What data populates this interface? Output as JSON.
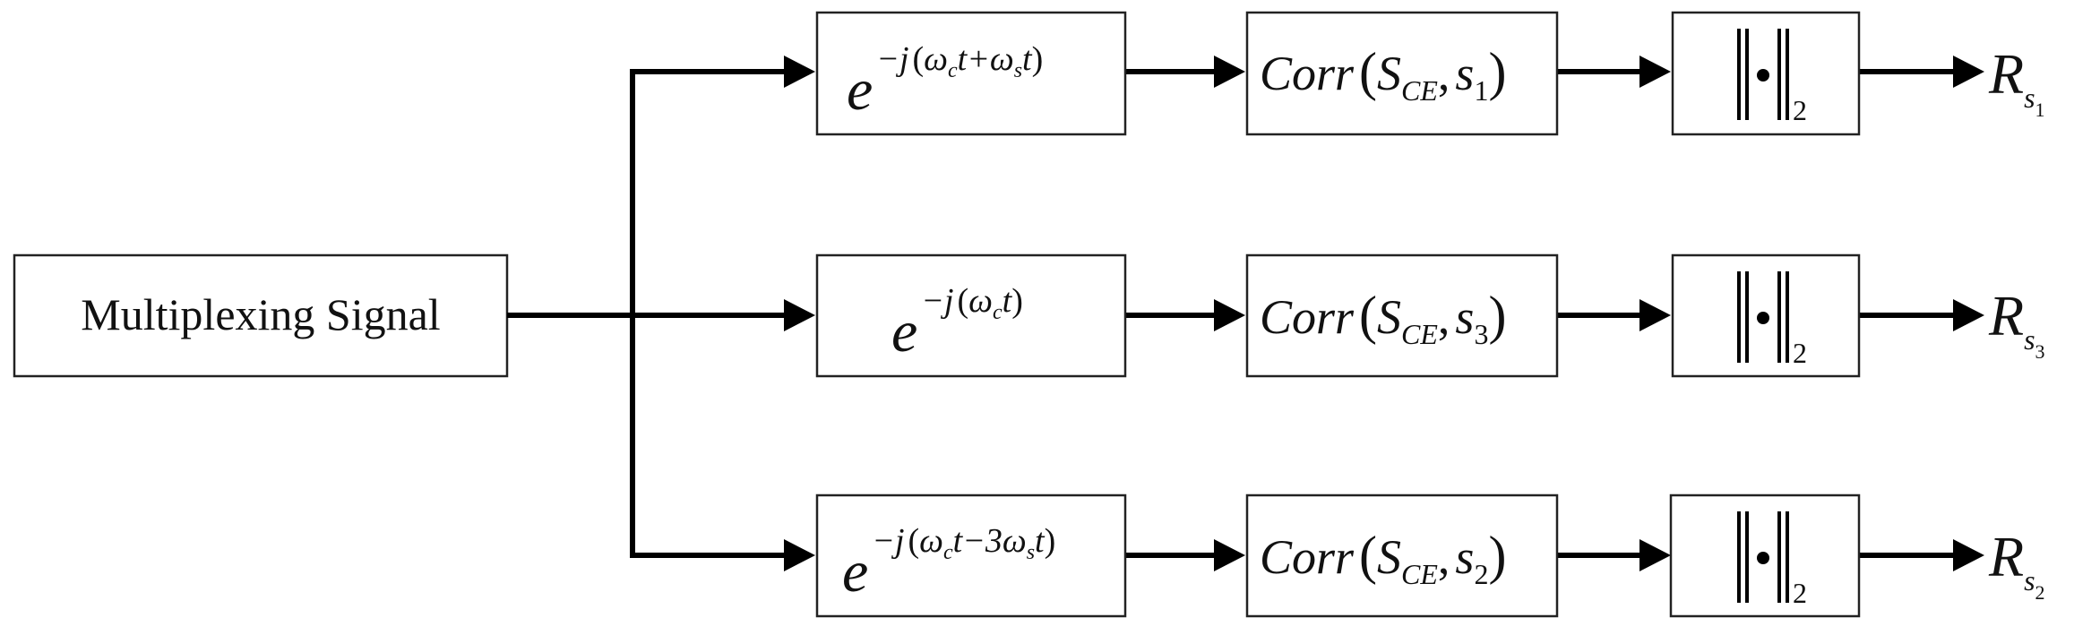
{
  "source": {
    "label": "Multiplexing Signal"
  },
  "branches": [
    {
      "exp": {
        "base": "e",
        "minus_j": "−j",
        "open": "(",
        "w1": "ω",
        "w1sub": "c",
        "t1": "t+",
        "w2": "ω",
        "w2sub": "s",
        "t2": "t",
        "close": ")"
      },
      "corr": {
        "name": "Corr",
        "open": "(",
        "S": "S",
        "Ssub": "CE",
        "sep": ",",
        "s": "s",
        "ssub": "1",
        "close": ")"
      },
      "norm": {
        "bar": "‖",
        "dot": "•",
        "sub": "2"
      },
      "output": {
        "R": "R",
        "sub": "s",
        "subsub": "1"
      }
    },
    {
      "exp": {
        "base": "e",
        "minus_j": "−j",
        "open": "(",
        "w1": "ω",
        "w1sub": "c",
        "t1": "t",
        "close": ")"
      },
      "corr": {
        "name": "Corr",
        "open": "(",
        "S": "S",
        "Ssub": "CE",
        "sep": ",",
        "s": "s",
        "ssub": "3",
        "close": ")"
      },
      "norm": {
        "bar": "‖",
        "dot": "•",
        "sub": "2"
      },
      "output": {
        "R": "R",
        "sub": "s",
        "subsub": "3"
      }
    },
    {
      "exp": {
        "base": "e",
        "minus_j": "−j",
        "open": "(",
        "w1": "ω",
        "w1sub": "c",
        "t1": "t−3",
        "w2": "ω",
        "w2sub": "s",
        "t2": "t",
        "close": ")"
      },
      "corr": {
        "name": "Corr",
        "open": "(",
        "S": "S",
        "Ssub": "CE",
        "sep": ",",
        "s": "s",
        "ssub": "2",
        "close": ")"
      },
      "norm": {
        "bar": "‖",
        "dot": "•",
        "sub": "2"
      },
      "output": {
        "R": "R",
        "sub": "s",
        "subsub": "2"
      }
    }
  ]
}
